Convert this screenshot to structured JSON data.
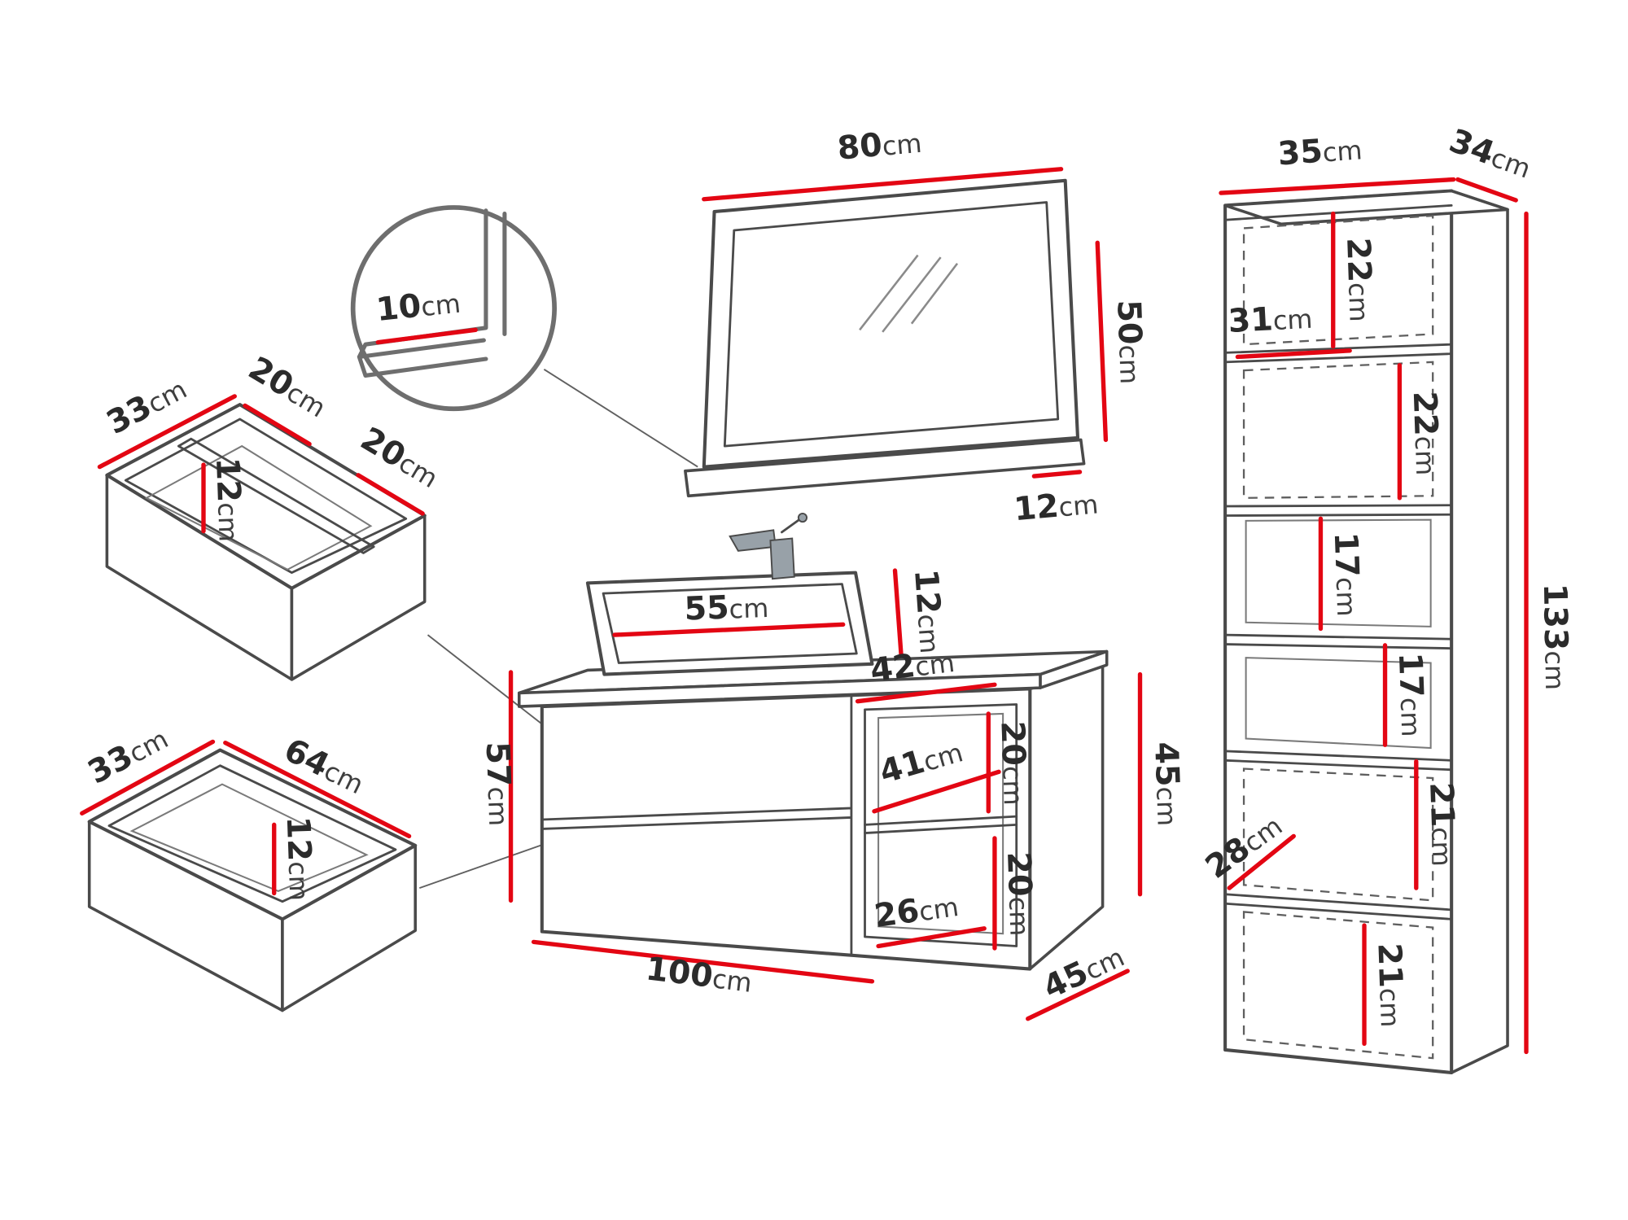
{
  "unit": "cm",
  "colors": {
    "dimension_red": "#e30613",
    "outline_gray": "#4a4a4a",
    "label_text": "#2b2b2b"
  },
  "mirror": {
    "width": "80",
    "height": "50",
    "shelf_depth": "12",
    "shelf_thickness_detail": "10"
  },
  "divided_drawer": {
    "depth": "33",
    "back_compartment_width": "20",
    "inner_height": "12",
    "side_compartment_width": "20"
  },
  "drawer": {
    "depth": "33",
    "width": "64",
    "inner_height": "12"
  },
  "vanity": {
    "basin_width": "55",
    "basin_height": "12",
    "top_depth": "42",
    "cabinet_height": "57",
    "niche_shelf_width": "41",
    "niche_upper_height": "20",
    "niche_lower_height": "20",
    "niche_front_width": "26",
    "side_height": "45",
    "width": "100",
    "depth": "45"
  },
  "column": {
    "width": "35",
    "depth": "34",
    "height": "133",
    "section_1_height": "22",
    "opening_width_top": "31",
    "section_2_height": "22",
    "section_3_height": "17",
    "section_4_height": "17",
    "section_5_height": "21",
    "opening_depth_bottom": "28",
    "section_6_height": "21"
  }
}
